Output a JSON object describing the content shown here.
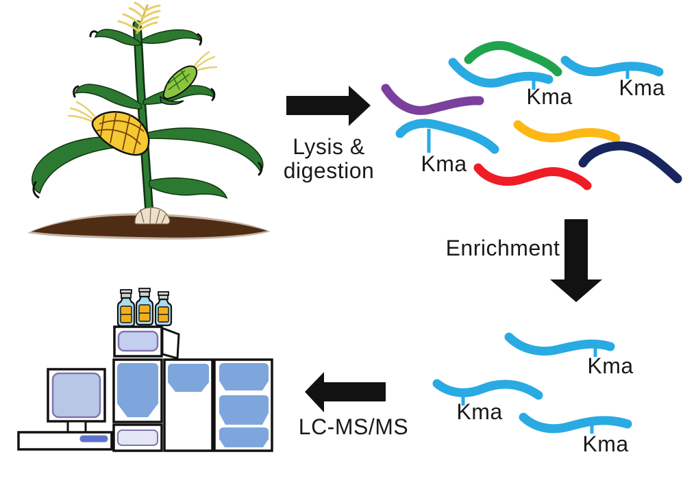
{
  "figure": {
    "background": "#ffffff",
    "description": "Proteomics workflow: maize plant is lysed and digested into peptides, Kma-modified peptides are enriched, then analyzed by LC-MS/MS"
  },
  "labels": {
    "lysis_line1": "Lysis &",
    "lysis_line2": "digestion",
    "enrichment": "Enrichment",
    "lcms": "LC-MS/MS",
    "kma": "Kma"
  },
  "colors": {
    "arrow": "#121212",
    "label_text": "#1a1a1a",
    "peptide_cyan": "#29aae2",
    "peptide_green": "#1fa44d",
    "peptide_purple": "#7b3f9d",
    "peptide_yellow": "#fdb817",
    "peptide_red": "#ee1c25",
    "peptide_navy": "#17265e",
    "instrument_blue": "#7ea6dc",
    "instrument_panel": "#c3cfee",
    "instrument_panel_light": "#e2e6f5",
    "screen_blue": "#b9c7e6",
    "purple_trim": "#7f74ae",
    "key_blue": "#5b74cc",
    "bottle_body": "#a8dcef",
    "bottle_label": "#f2ae1c",
    "bottle_cap": "#cfcfcf",
    "leaf_green": "#2c7a31",
    "stalk_green": "#2e7d33",
    "husk_green": "#8cc63f",
    "corn_yellow": "#f6c832",
    "silk_yellow": "#e8cf6a",
    "soil_brown": "#4f2c14"
  }
}
